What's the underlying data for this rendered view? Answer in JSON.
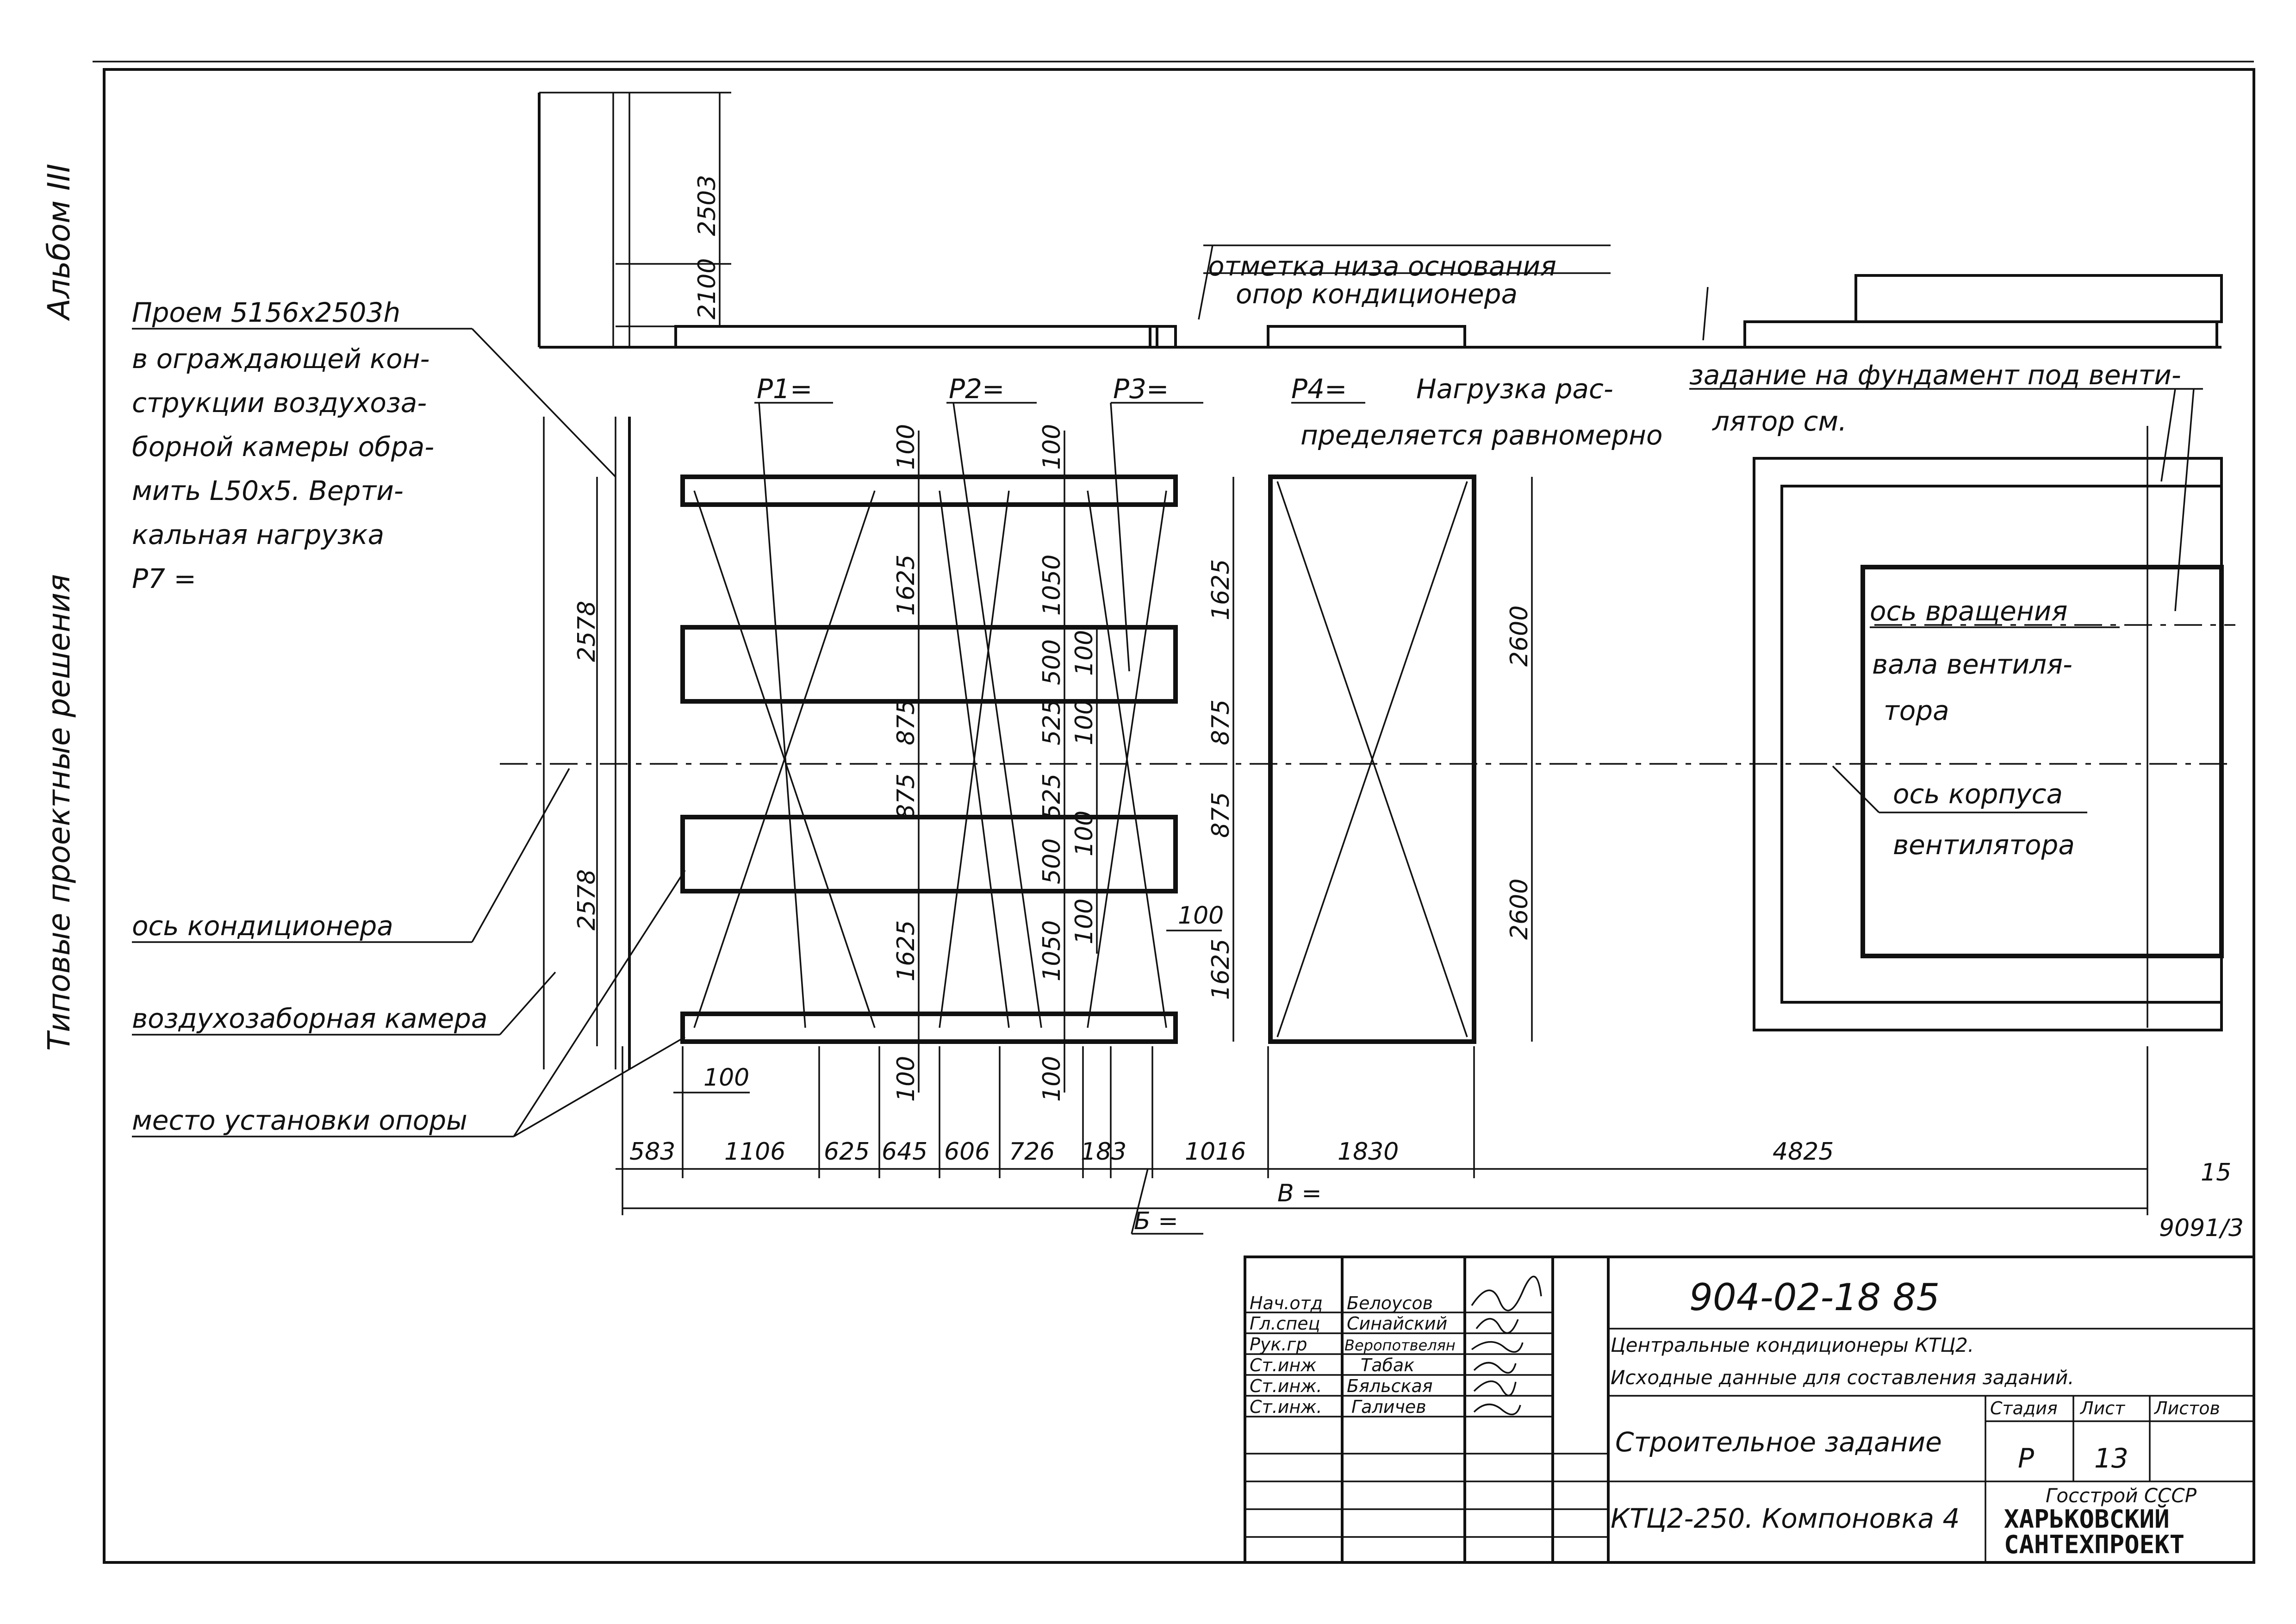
{
  "margin": {
    "album": "Альбом III",
    "series": "Типовые проектные решения"
  },
  "top_view": {
    "dims": [
      "2503",
      "2100"
    ],
    "note_line1": "отметка низа основания",
    "note_line2": "опор кондиционера"
  },
  "left_notes": {
    "opening": [
      "Проем 5156х2503h",
      "в ограждающей кон-",
      "струкции воздухоза-",
      "борной камеры обра-",
      "мить L50х5. Верти-",
      "кальная нагрузка",
      "P7 ="
    ],
    "axis": "ось кондиционера",
    "chamber": "воздухозаборная камера",
    "support": "место установки опоры"
  },
  "loads": {
    "p1": "P1=",
    "p2": "P2=",
    "p3": "P3=",
    "p4": "P4=",
    "p4_note_line1": "Нагрузка рас-",
    "p4_note_line2": "пределяется равномерно"
  },
  "fan_notes": {
    "task_line1": "задание на фундамент под венти-",
    "task_line2": "лятор см.",
    "rot_axis_line1": "ось вращения",
    "rot_axis_line2": "вала вентиля-",
    "rot_axis_line3": "тора",
    "body_axis_line1": "ось корпуса",
    "body_axis_line2": "вентилятора"
  },
  "vertical_dims": {
    "left_2578_top": "2578",
    "left_2578_bottom": "2578",
    "c1": [
      "100",
      "1625",
      "875",
      "875",
      "1625",
      "100"
    ],
    "c2": [
      "100",
      "1050",
      "500",
      "525",
      "525",
      "500",
      "1050",
      "100"
    ],
    "c2b": [
      "100",
      "100",
      "100",
      "100"
    ],
    "c3": [
      "1625",
      "875",
      "875",
      "1625"
    ],
    "c4": [
      "2600",
      "2600"
    ],
    "small_100_right": "100",
    "small_100_bottom": "100"
  },
  "horizontal_dims": {
    "row1": [
      "583",
      "1106",
      "625",
      "645",
      "606",
      "726",
      "183",
      "1016",
      "1830",
      "4825"
    ],
    "b_total": "B =",
    "b_small": "Б =",
    "right_15": "15",
    "right_9091": "9091/3"
  },
  "title_block": {
    "drawing_number": "904-02-18 85",
    "roles": [
      "Нач.отд",
      "Гл.спец",
      "Рук.гр",
      "Ст.инж",
      "Ст.инж.",
      "Ст.инж."
    ],
    "names": [
      "Белоусов",
      "Синайский",
      "Веропотвелян",
      "Табак",
      "Бяльская",
      "Галичев"
    ],
    "title_line1": "Центральные кондиционеры КТЦ2.",
    "title_line2": "Исходные данные для составления заданий.",
    "sheet_title": "Строительное задание",
    "layout": "КТЦ2-250. Компоновка 4",
    "stage_label": "Стадия",
    "sheet_label": "Лист",
    "sheets_label": "Листов",
    "stage": "Р",
    "sheet": "13",
    "org_line1": "Госстрой СССР",
    "org_line2": "ХАРЬКОВСКИЙ",
    "org_line3": "САНТЕХПРОЕКТ"
  }
}
